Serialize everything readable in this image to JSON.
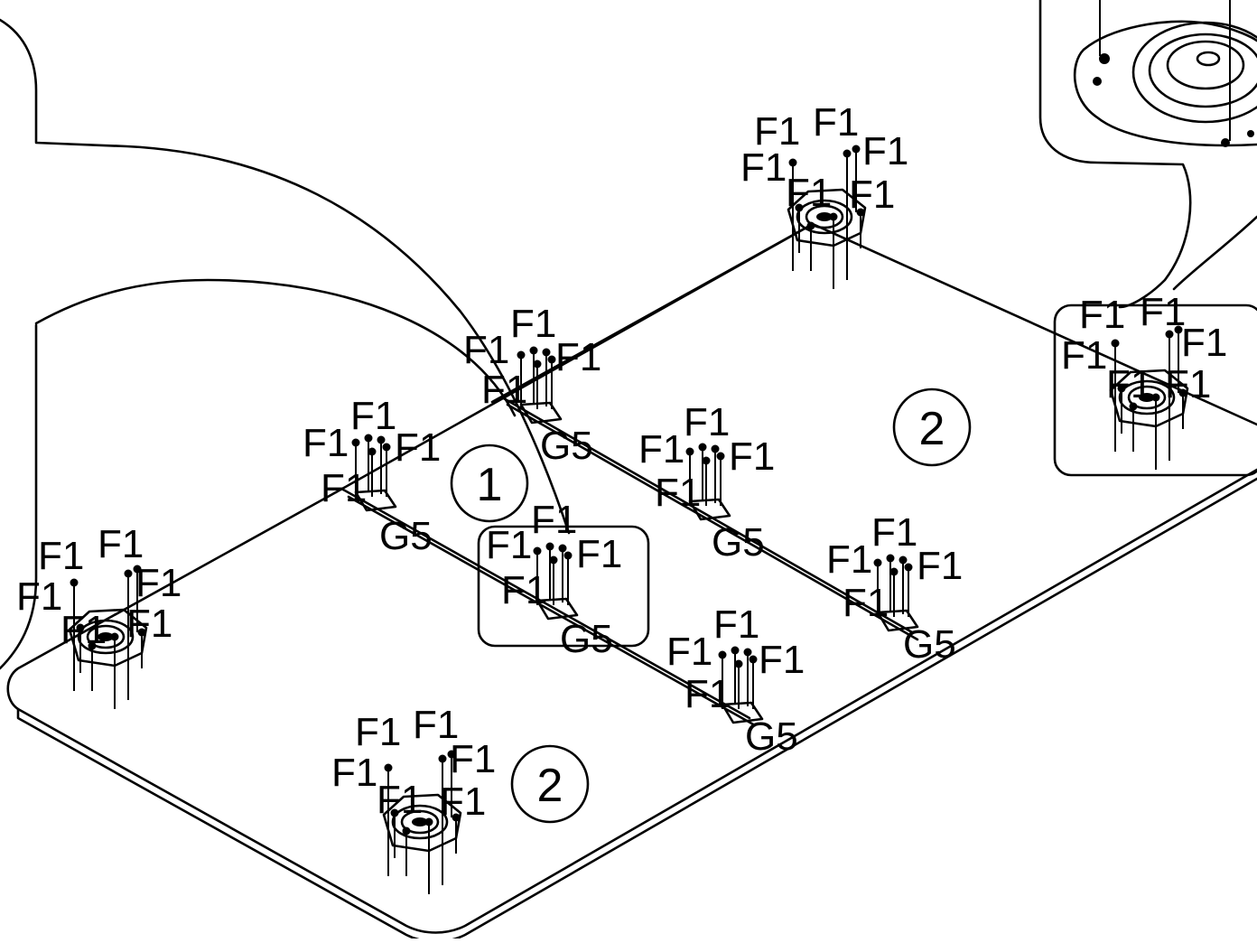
{
  "drawing": {
    "part_label": "F1",
    "rail_label": "G5",
    "callouts": [
      "1",
      "2",
      "2"
    ]
  }
}
